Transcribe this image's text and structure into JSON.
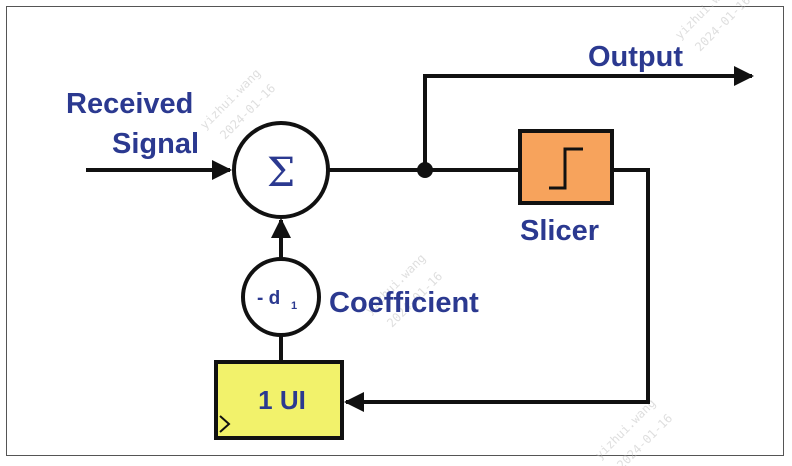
{
  "labels": {
    "received": "Received",
    "signal": "Signal",
    "output": "Output",
    "slicer": "Slicer",
    "coefficient": "Coefficient",
    "sum_symbol": "Σ",
    "coef_symbol": "- d",
    "coef_subscript": "1",
    "delay": "1 UI"
  },
  "watermark": {
    "line1": "yiz​hui.wang",
    "line2": "2024-01-16"
  },
  "colors": {
    "text": "#2B3990",
    "slicer_fill": "#F7A35C",
    "delay_fill": "#F2F26B",
    "line": "#111111"
  }
}
